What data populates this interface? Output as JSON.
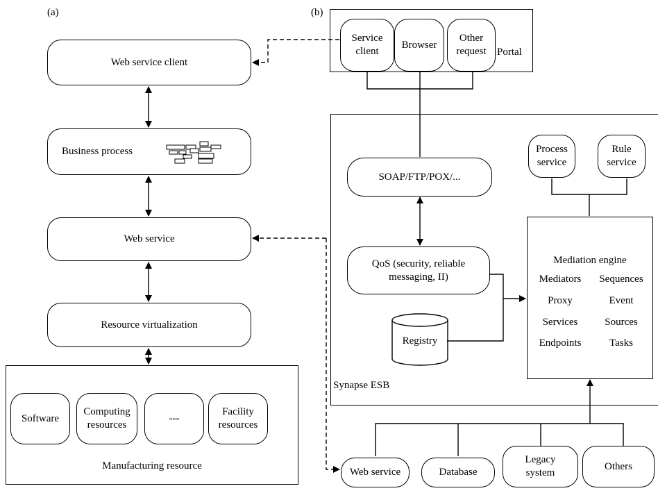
{
  "panel_labels": {
    "a": "(a)",
    "b": "(b)"
  },
  "left": {
    "web_service_client": "Web service client",
    "business_process": "Business process",
    "web_service": "Web service",
    "resource_virtualization": "Resource virtualization",
    "manufacturing": {
      "title": "Manufacturing resource",
      "software": "Software",
      "computing_line1": "Computing",
      "computing_line2": "resources",
      "ellipsis": "---",
      "facility_line1": "Facility",
      "facility_line2": "resources"
    }
  },
  "right": {
    "portal": {
      "label": "Portal",
      "service_client_line1": "Service",
      "service_client_line2": "client",
      "browser": "Browser",
      "other_request_line1": "Other",
      "other_request_line2": "request"
    },
    "esb": {
      "label": "Synapse ESB",
      "soap": "SOAP/FTP/POX/...",
      "qos_line1": "QoS (security, reliable",
      "qos_line2": "messaging, II)",
      "registry": "Registry",
      "process_service_line1": "Process",
      "process_service_line2": "service",
      "rule_service_line1": "Rule",
      "rule_service_line2": "service",
      "mediation": {
        "title": "Mediation engine",
        "col1": [
          "Mediators",
          "Proxy",
          "Services",
          "Endpoints"
        ],
        "col2": [
          "Sequences",
          "Event",
          "Sources",
          "Tasks"
        ]
      }
    },
    "backends": {
      "web_service": "Web service",
      "database": "Database",
      "legacy_line1": "Legacy",
      "legacy_line2": "system",
      "others": "Others"
    }
  }
}
